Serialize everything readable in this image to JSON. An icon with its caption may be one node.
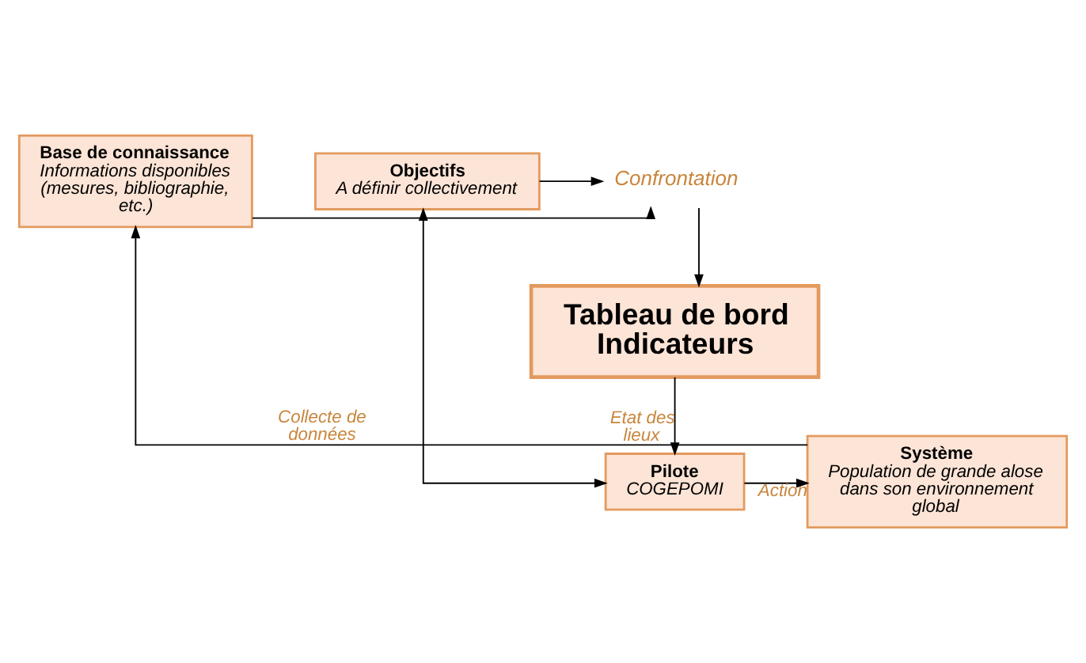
{
  "diagram": {
    "nodes": [
      {
        "text": [
          "Base de connaissance",
          "Informations disponibles (mesures, bibliographie, etc.)"
        ]
      },
      {
        "text": [
          "Confrontation"
        ]
      },
      {
        "text": [
          "Objectifs",
          "A définir collectivement"
        ]
      },
      {
        "text": [
          "Tableau de bord Indicateurs"
        ]
      },
      {
        "text": [
          "Système",
          "Population de grande alose dans son environnement global"
        ]
      },
      {
        "text": [
          "Pilote",
          "COGEPOMI"
        ]
      }
    ],
    "edges": [
      {
        "from": 0,
        "to": 1,
        "arrow": "to"
      },
      {
        "from": 2,
        "to": 1,
        "arrow": "to"
      },
      {
        "from": 1,
        "to": 3,
        "arrow": "to"
      },
      {
        "from": 3,
        "to": 5,
        "arrow": "to",
        "label": "Etat des lieux"
      },
      {
        "from": 5,
        "to": 2,
        "arrow": "both"
      },
      {
        "from": 5,
        "to": 4,
        "arrow": "to",
        "label": "Action"
      },
      {
        "from": 4,
        "to": 0,
        "arrow": "to",
        "label": "Collecte de données"
      }
    ]
  }
}
